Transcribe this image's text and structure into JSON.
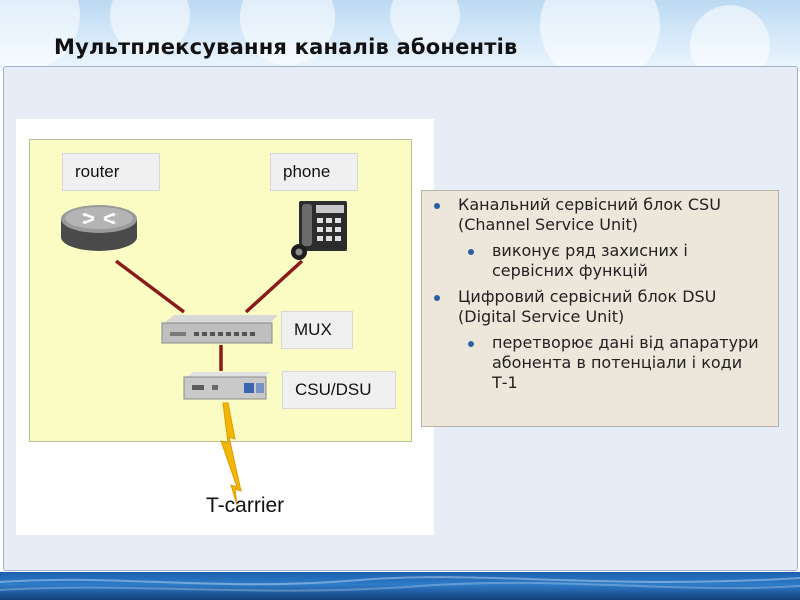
{
  "slide": {
    "title": "Мультплексування каналів абонентів"
  },
  "diagram": {
    "labels": {
      "router": "router",
      "phone": "phone",
      "mux": "MUX",
      "csu_dsu": "CSU/DSU",
      "t_carrier": "T-carrier"
    },
    "colors": {
      "background_box": "#fbfbc4",
      "link_line": "#8b1a1a",
      "lightning": "#f2b705"
    },
    "icons": [
      "router-icon",
      "phone-icon",
      "mux-device-icon",
      "csu-dsu-device-icon",
      "lightning-icon"
    ]
  },
  "bullets": [
    {
      "text": "Канальний сервісний блок CSU (Channel Service Unit)",
      "sub": [
        "виконує ряд захисних і сервісних функцій"
      ]
    },
    {
      "text": "Цифровий сервісний блок DSU (Digital Service Unit)",
      "sub": [
        "перетворює дані від апаратури абонента в потенціали і коди Т-1"
      ]
    }
  ],
  "theme": {
    "accent": "#2d5fa3",
    "content_bg": "#e7edf6",
    "note_bg": "#ede6da"
  }
}
